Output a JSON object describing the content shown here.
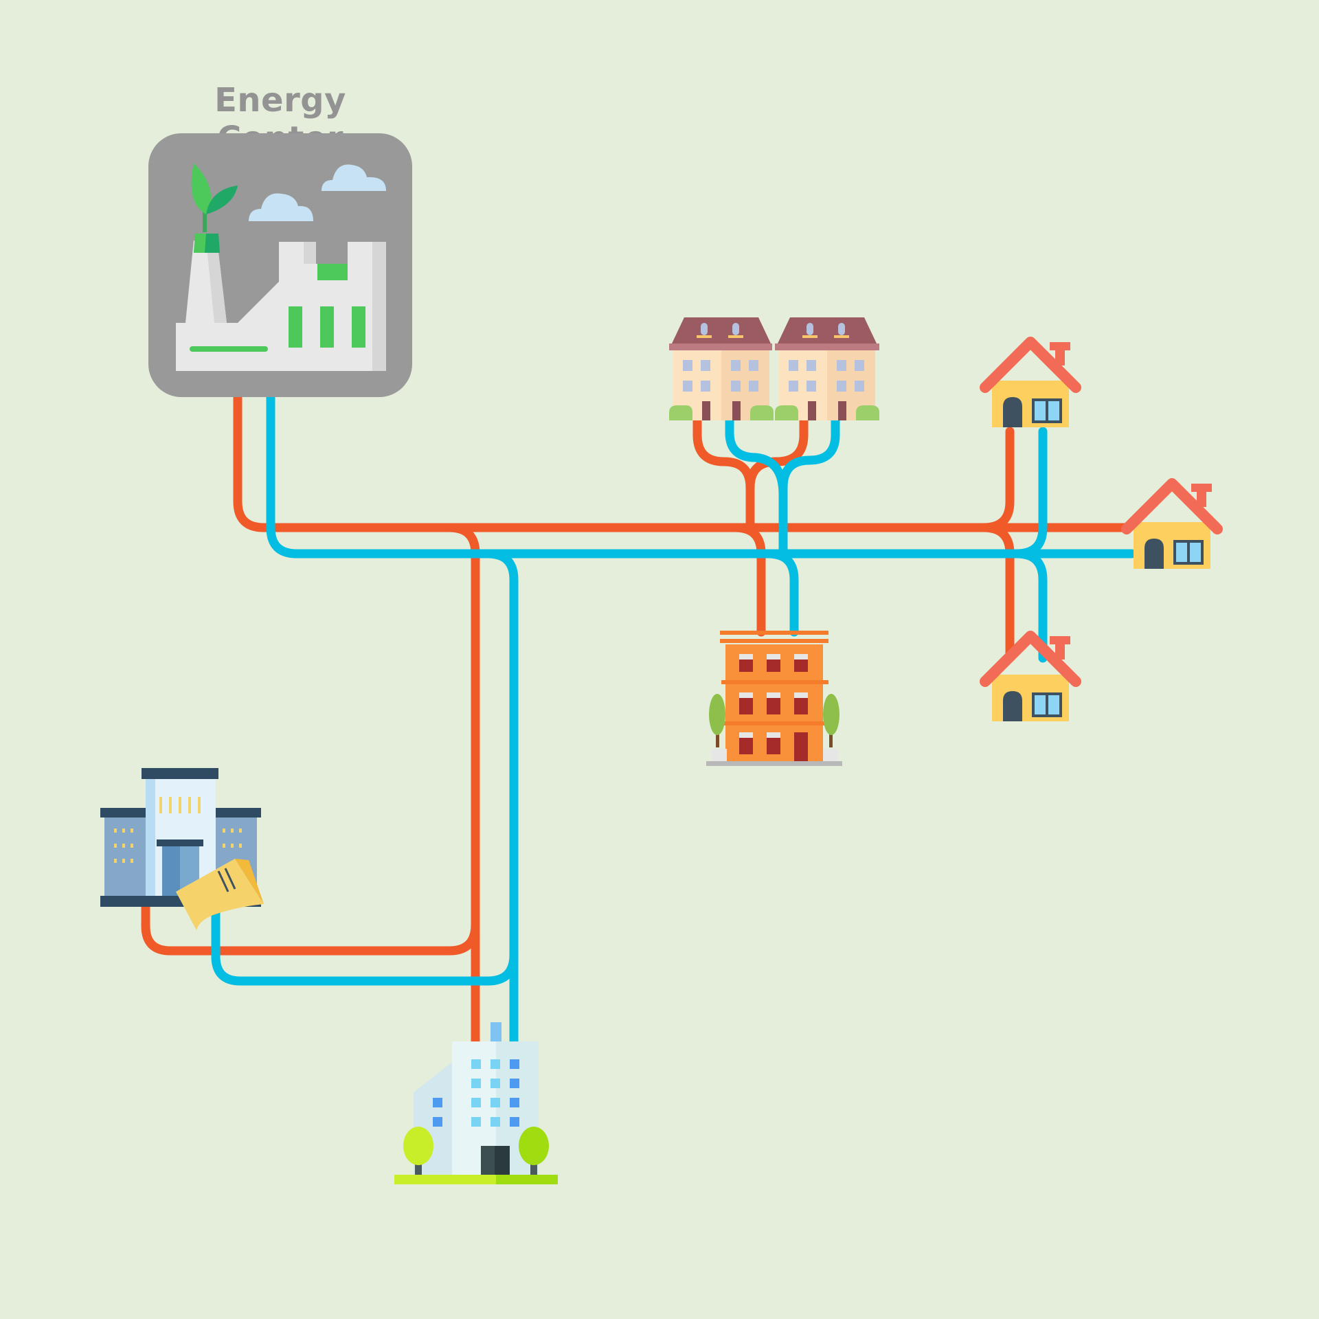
{
  "title": "Energy Center",
  "colors": {
    "background": "#e5eedb",
    "supply_pipe": "#ef5a28",
    "return_pipe": "#04bde2",
    "energy_center_box": "#999999"
  },
  "nodes": [
    {
      "name": "energy-center",
      "icon": "factory-icon"
    },
    {
      "name": "twin-townhouses",
      "icon": "townhouse-icon"
    },
    {
      "name": "house-1",
      "icon": "house-icon"
    },
    {
      "name": "house-2",
      "icon": "house-icon"
    },
    {
      "name": "house-3",
      "icon": "house-icon"
    },
    {
      "name": "apartment-building",
      "icon": "apartment-icon"
    },
    {
      "name": "school-building",
      "icon": "school-icon"
    },
    {
      "name": "office-tower",
      "icon": "office-icon"
    }
  ]
}
